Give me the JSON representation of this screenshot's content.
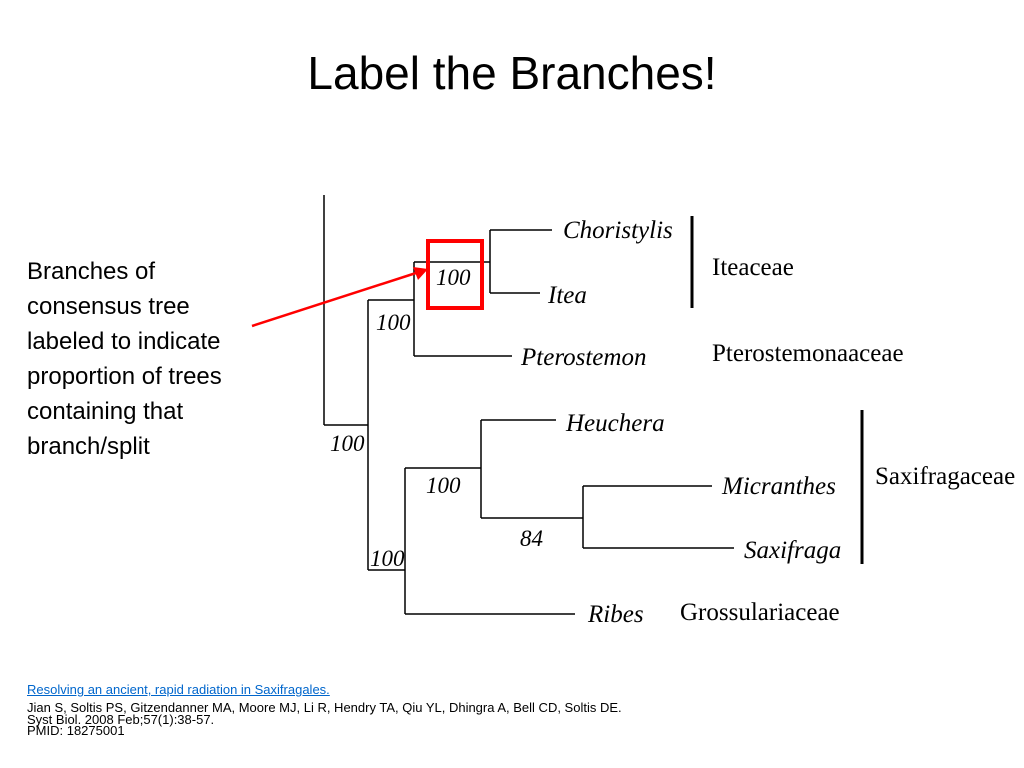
{
  "slide": {
    "title": "Label the Branches!",
    "explanation_lines": [
      "Branches of",
      "consensus tree",
      "labeled to indicate",
      "proportion of trees",
      "containing that",
      "branch/split"
    ]
  },
  "tree": {
    "taxa": {
      "choristylis": "Choristylis",
      "itea": "Itea",
      "pterostemon": "Pterostemon",
      "heuchera": "Heuchera",
      "micranthes": "Micranthes",
      "saxifraga": "Saxifraga",
      "ribes": "Ribes"
    },
    "families": {
      "iteaceae": "Iteaceae",
      "pterostemonaceae": "Pterostemonaaceae",
      "saxifragaceae": "Saxifragaceae",
      "grossulariaceae": "Grossulariaceae"
    },
    "support": {
      "itea_clade": "100",
      "iteaceae_pterostemon": "100",
      "root": "100",
      "saxifragaceae_clade": "100",
      "micranthes_saxifraga": "84",
      "saxifragaceae_ribes": "100"
    },
    "highlight_color": "#ff0000",
    "arrow_color": "#ff0000"
  },
  "citation": {
    "link_text": "Resolving an ancient, rapid radiation in Saxifragales.",
    "authors": "Jian S, Soltis PS, Gitzendanner MA, Moore MJ, Li R, Hendry TA, Qiu YL, Dhingra A, Bell CD, Soltis DE.",
    "journal": "Syst Biol. 2008 Feb;57(1):38-57.",
    "pmid": "PMID: 18275001"
  }
}
